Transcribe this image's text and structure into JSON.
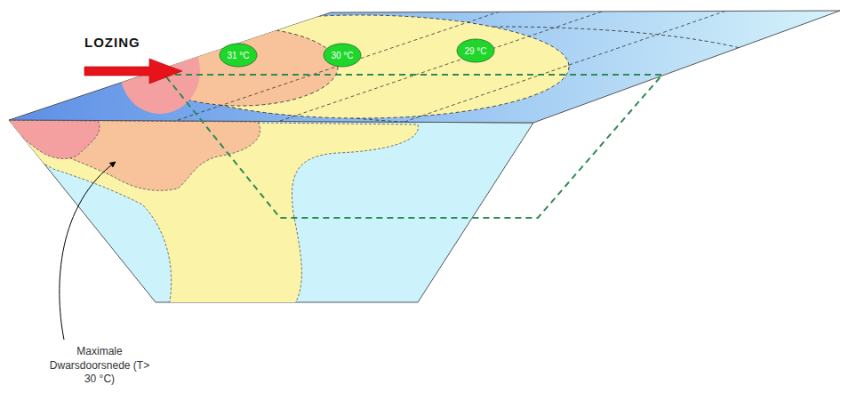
{
  "diagram": {
    "nodes": [
      {
        "text": [
          "31 °C"
        ]
      },
      {
        "text": [
          "30 °C"
        ]
      },
      {
        "text": [
          "29 °C"
        ]
      }
    ],
    "labels": [
      "LOZING",
      "Maximale Dwarsdoorsnede (T> 30 °C)"
    ]
  }
}
